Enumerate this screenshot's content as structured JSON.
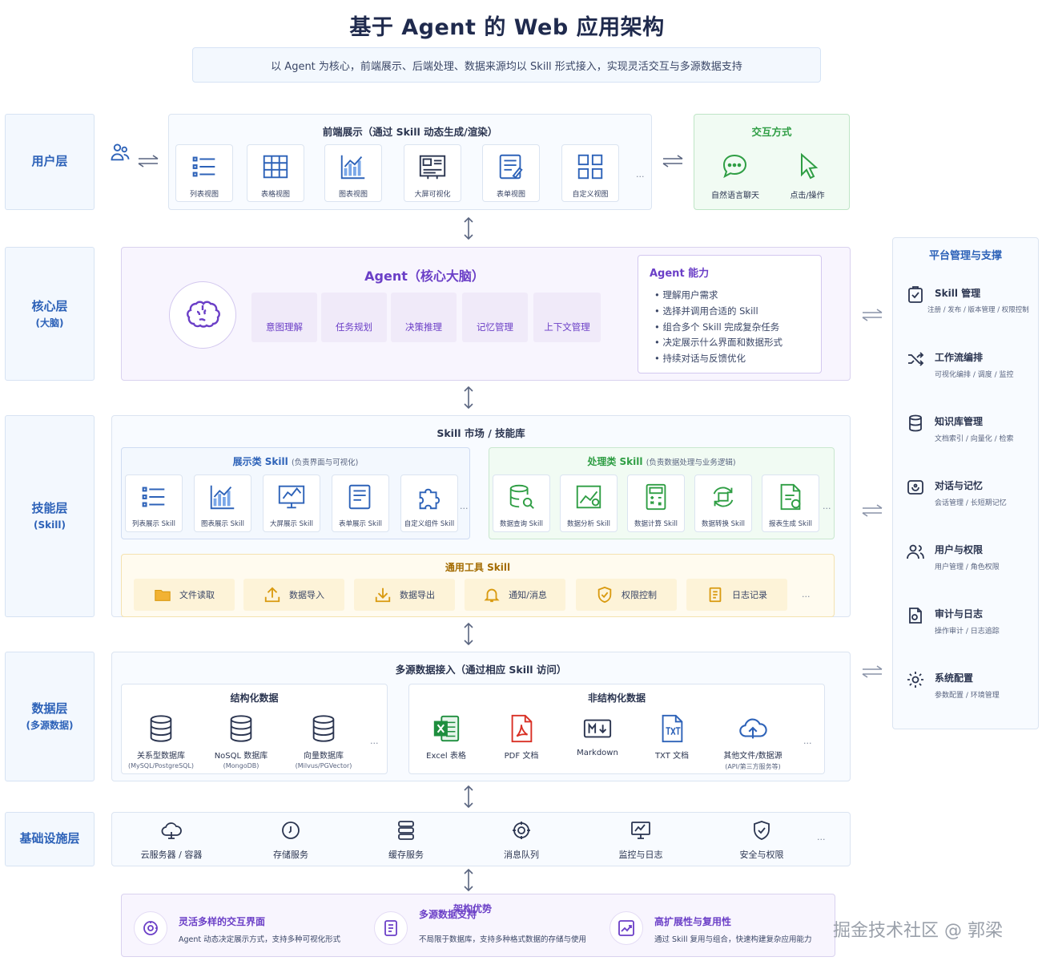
{
  "header": {
    "title": "基于 Agent 的 Web 应用架构",
    "subtitle": "以 Agent 为核心，前端展示、后端处理、数据来源均以 Skill 形式接入，实现灵活交互与多源数据支持"
  },
  "layers": {
    "user": "用户层",
    "core": "核心层",
    "core_sub": "(大脑)",
    "skill": "技能层",
    "skill_sub": "(Skill)",
    "data": "数据层",
    "data_sub": "(多源数据)",
    "infra": "基础设施层"
  },
  "frontend": {
    "title": "前端展示（通过 Skill 动态生成/渲染）",
    "items": [
      "列表视图",
      "表格视图",
      "图表视图",
      "大屏可视化",
      "表单视图",
      "自定义视图"
    ],
    "more": "..."
  },
  "interaction": {
    "title": "交互方式",
    "items": [
      "自然语言聊天",
      "点击/操作"
    ]
  },
  "agent": {
    "title": "Agent（核心大脑）",
    "caps": [
      "意图理解",
      "任务规划",
      "决策推理",
      "记忆管理",
      "上下文管理"
    ],
    "ability_title": "Agent 能力",
    "abilities": [
      "理解用户需求",
      "选择并调用合适的 Skill",
      "组合多个 Skill 完成复杂任务",
      "决定展示什么界面和数据形式",
      "持续对话与反馈优化"
    ]
  },
  "skills": {
    "title": "Skill 市场 / 技能库",
    "display_title": "展示类 Skill",
    "display_note": "(负责界面与可视化)",
    "display": [
      "列表展示 Skill",
      "图表展示 Skill",
      "大屏展示 Skill",
      "表单展示 Skill",
      "自定义组件 Skill"
    ],
    "process_title": "处理类 Skill",
    "process_note": "(负责数据处理与业务逻辑)",
    "process": [
      "数据查询 Skill",
      "数据分析 Skill",
      "数据计算 Skill",
      "数据转换 Skill",
      "报表生成 Skill"
    ],
    "tools_title": "通用工具 Skill",
    "tools": [
      "文件读取",
      "数据导入",
      "数据导出",
      "通知/消息",
      "权限控制",
      "日志记录"
    ],
    "more": "..."
  },
  "data": {
    "title": "多源数据接入（通过相应 Skill 访问）",
    "structured_title": "结构化数据",
    "structured": [
      {
        "name": "关系型数据库",
        "desc": "(MySQL/PostgreSQL)"
      },
      {
        "name": "NoSQL 数据库",
        "desc": "(MongoDB)"
      },
      {
        "name": "向量数据库",
        "desc": "(Milvus/PGVector)"
      }
    ],
    "unstructured_title": "非结构化数据",
    "unstructured": [
      {
        "name": "Excel 表格",
        "desc": ""
      },
      {
        "name": "PDF 文档",
        "desc": ""
      },
      {
        "name": "Markdown",
        "desc": ""
      },
      {
        "name": "TXT 文档",
        "desc": ""
      },
      {
        "name": "其他文件/数据源",
        "desc": "(API/第三方服务等)"
      }
    ],
    "more": "..."
  },
  "infra": {
    "items": [
      "云服务器 / 容器",
      "存储服务",
      "缓存服务",
      "消息队列",
      "监控与日志",
      "安全与权限"
    ],
    "more": "..."
  },
  "platform": {
    "title": "平台管理与支撑",
    "items": [
      {
        "name": "Skill 管理",
        "desc": "注册 / 发布 / 版本管理 / 权限控制"
      },
      {
        "name": "工作流编排",
        "desc": "可视化编排 / 调度 / 监控"
      },
      {
        "name": "知识库管理",
        "desc": "文档索引 / 向量化 / 检索"
      },
      {
        "name": "对话与记忆",
        "desc": "会话管理 / 长短期记忆"
      },
      {
        "name": "用户与权限",
        "desc": "用户管理 / 角色权限"
      },
      {
        "name": "审计与日志",
        "desc": "操作审计 / 日志追踪"
      },
      {
        "name": "系统配置",
        "desc": "参数配置 / 环境管理"
      }
    ]
  },
  "advantages": {
    "title": "架构优势",
    "items": [
      {
        "name": "灵活多样的交互界面",
        "desc": "Agent 动态决定展示方式，支持多种可视化形式"
      },
      {
        "name": "多源数据支持",
        "desc": "不局限于数据库，支持多种格式数据的存储与使用"
      },
      {
        "name": "高扩展性与复用性",
        "desc": "通过 Skill 复用与组合，快速构建复杂应用能力"
      }
    ]
  },
  "watermark": "掘金技术社区 @ 郭梁",
  "colors": {
    "blue": "#2d62b8",
    "purple": "#6b3fc7",
    "green": "#2f9e44",
    "orange": "#e08e0b"
  }
}
